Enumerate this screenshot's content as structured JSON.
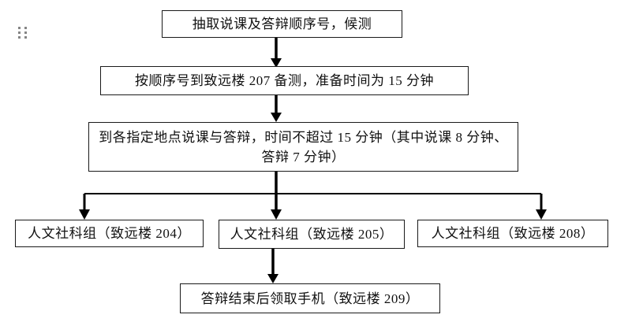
{
  "colors": {
    "line": "#000000",
    "box_border": "#1a1a1a",
    "text": "#111111",
    "drag_handle": "#858585",
    "background": "#ffffff"
  },
  "block_controls": {
    "drag_handle_icon": "six-dot-grip"
  },
  "flowchart": {
    "type": "flowchart",
    "direction": "top-down",
    "nodes": [
      {
        "id": "step-draw-number",
        "label": "抽取说课及答辩顺序号，候测"
      },
      {
        "id": "step-prepare-room-207",
        "label": "按顺序号到致远楼 207 备测，准备时间为 15 分钟"
      },
      {
        "id": "step-present-defend",
        "label": "到各指定地点说课与答辩，时间不超过 15 分钟（其中说课 8 分钟、答辩 7 分钟）"
      },
      {
        "id": "group-room-204",
        "label": "人文社科组（致远楼 204）"
      },
      {
        "id": "group-room-205",
        "label": "人文社科组（致远楼 205）"
      },
      {
        "id": "group-room-208",
        "label": "人文社科组（致远楼 208）"
      },
      {
        "id": "step-collect-phone-209",
        "label": "答辩结束后领取手机（致远楼 209）"
      }
    ],
    "edges": [
      {
        "from": "step-draw-number",
        "to": "step-prepare-room-207"
      },
      {
        "from": "step-prepare-room-207",
        "to": "step-present-defend"
      },
      {
        "from": "step-present-defend",
        "to": "group-room-204"
      },
      {
        "from": "step-present-defend",
        "to": "group-room-205"
      },
      {
        "from": "step-present-defend",
        "to": "group-room-208"
      },
      {
        "from": "group-room-205",
        "to": "step-collect-phone-209"
      }
    ]
  }
}
